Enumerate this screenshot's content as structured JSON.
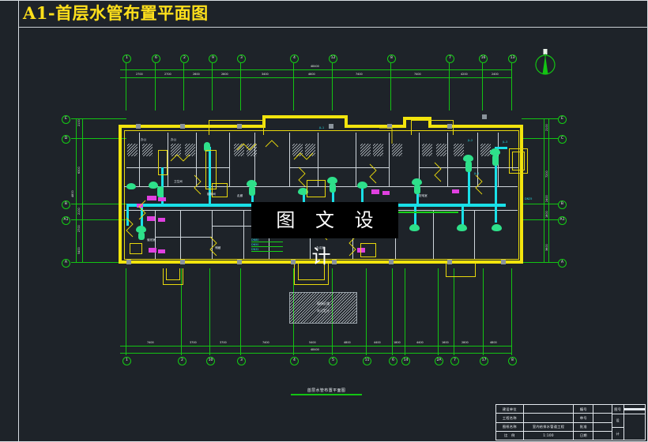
{
  "document": {
    "title": "A1-首层水管布置平面图",
    "caption": "首层水管布置平面图",
    "watermark": "图 文 设 计",
    "background_color": "#1e2329",
    "title_color": "#ffe01b",
    "grid_color": "#13c413",
    "wall_color": "#f2e40d",
    "pipe_color": "#19e0e8"
  },
  "compass": {
    "name": "north-arrow",
    "label": "N"
  },
  "note_box": {
    "line1": "现场区域",
    "line2": "未订定计"
  },
  "axes": {
    "top": {
      "bubbles": [
        "1",
        "6",
        "2",
        "9",
        "3",
        "4",
        "12",
        "8",
        "7",
        "16",
        "13"
      ],
      "dims": [
        "2700",
        "2700",
        "2600",
        "2600",
        "3400",
        "4600",
        "7400",
        "7400",
        "4200",
        "2400"
      ],
      "total": "48400"
    },
    "bottom": {
      "bubbles": [
        "1",
        "2",
        "10",
        "3",
        "4",
        "5",
        "11",
        "6",
        "14",
        "2A",
        "7",
        "17",
        "8"
      ],
      "dims": [
        "7400",
        "3700",
        "3700",
        "7400",
        "5400",
        "4800",
        "4400",
        "1800",
        "4400",
        "1600",
        "2800",
        "4800"
      ],
      "total": "48400"
    },
    "left": {
      "bubbles": [
        "E",
        "D",
        "B",
        "A1",
        "A"
      ],
      "dims": [
        "2100",
        "6300",
        "4800",
        "2100",
        "2700",
        "5400"
      ]
    },
    "right": {
      "bubbles": [
        "E",
        "C",
        "B",
        "A1",
        "A"
      ],
      "dims": [
        "2100",
        "7200",
        "2400",
        "1800",
        "3600"
      ]
    }
  },
  "rooms": [
    {
      "label": "办公"
    },
    {
      "label": "办公"
    },
    {
      "label": "走廊"
    },
    {
      "label": "卫生间"
    },
    {
      "label": "楼梯间"
    },
    {
      "label": "值班室"
    },
    {
      "label": "储藏"
    },
    {
      "label": "会议室"
    },
    {
      "label": "配电室"
    }
  ],
  "pipe_labels": [
    "JL-1",
    "JL-2",
    "JL-3",
    "JL-4",
    "DN100",
    "DN80",
    "DN50",
    "DN32",
    "DN25"
  ],
  "title_block": {
    "rows_left": [
      "建设单位",
      "工程名称",
      "图纸名称",
      "比　例"
    ],
    "values_left": [
      "",
      "",
      "室内给排水管道工程",
      "1:100"
    ],
    "rows_mid": [
      "编号",
      "审号",
      "批准",
      "日期"
    ],
    "rows_right": [
      "图号",
      "设",
      "计"
    ],
    "date_label": "日　期"
  }
}
